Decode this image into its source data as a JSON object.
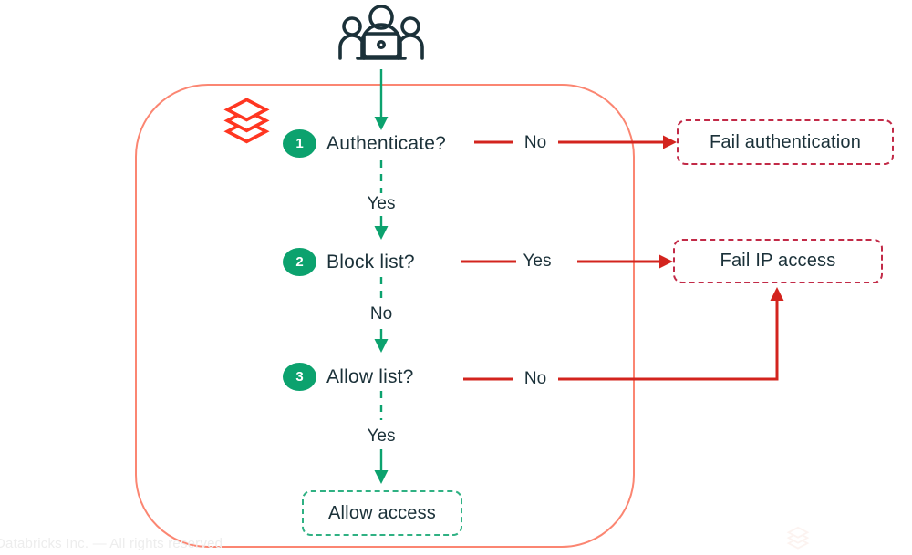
{
  "icons": {
    "people": "users-at-laptop-icon",
    "brand": "databricks-logo",
    "watermark": "databricks-logo-watermark"
  },
  "colors": {
    "green": "#0ca26e",
    "allow_border_green": "#2fb183",
    "red_arrow": "#d3241e",
    "fail_border_red": "#c22a47",
    "container_border": "#fb8672",
    "brand_red": "#ff3621",
    "text": "#1b3139",
    "footer_text": "#ededed"
  },
  "flow": {
    "steps": [
      {
        "number": "1",
        "question": "Authenticate?",
        "branch_label": "No",
        "down_label": "Yes"
      },
      {
        "number": "2",
        "question": "Block list?",
        "branch_label": "Yes",
        "down_label": "No"
      },
      {
        "number": "3",
        "question": "Allow list?",
        "branch_label": "No",
        "down_label": "Yes"
      }
    ],
    "outcomes": {
      "fail_authentication": "Fail authentication",
      "fail_ip_access": "Fail IP access",
      "allow_access": "Allow access"
    }
  },
  "footer": {
    "copyright": "Databricks Inc. — All rights reserved"
  }
}
